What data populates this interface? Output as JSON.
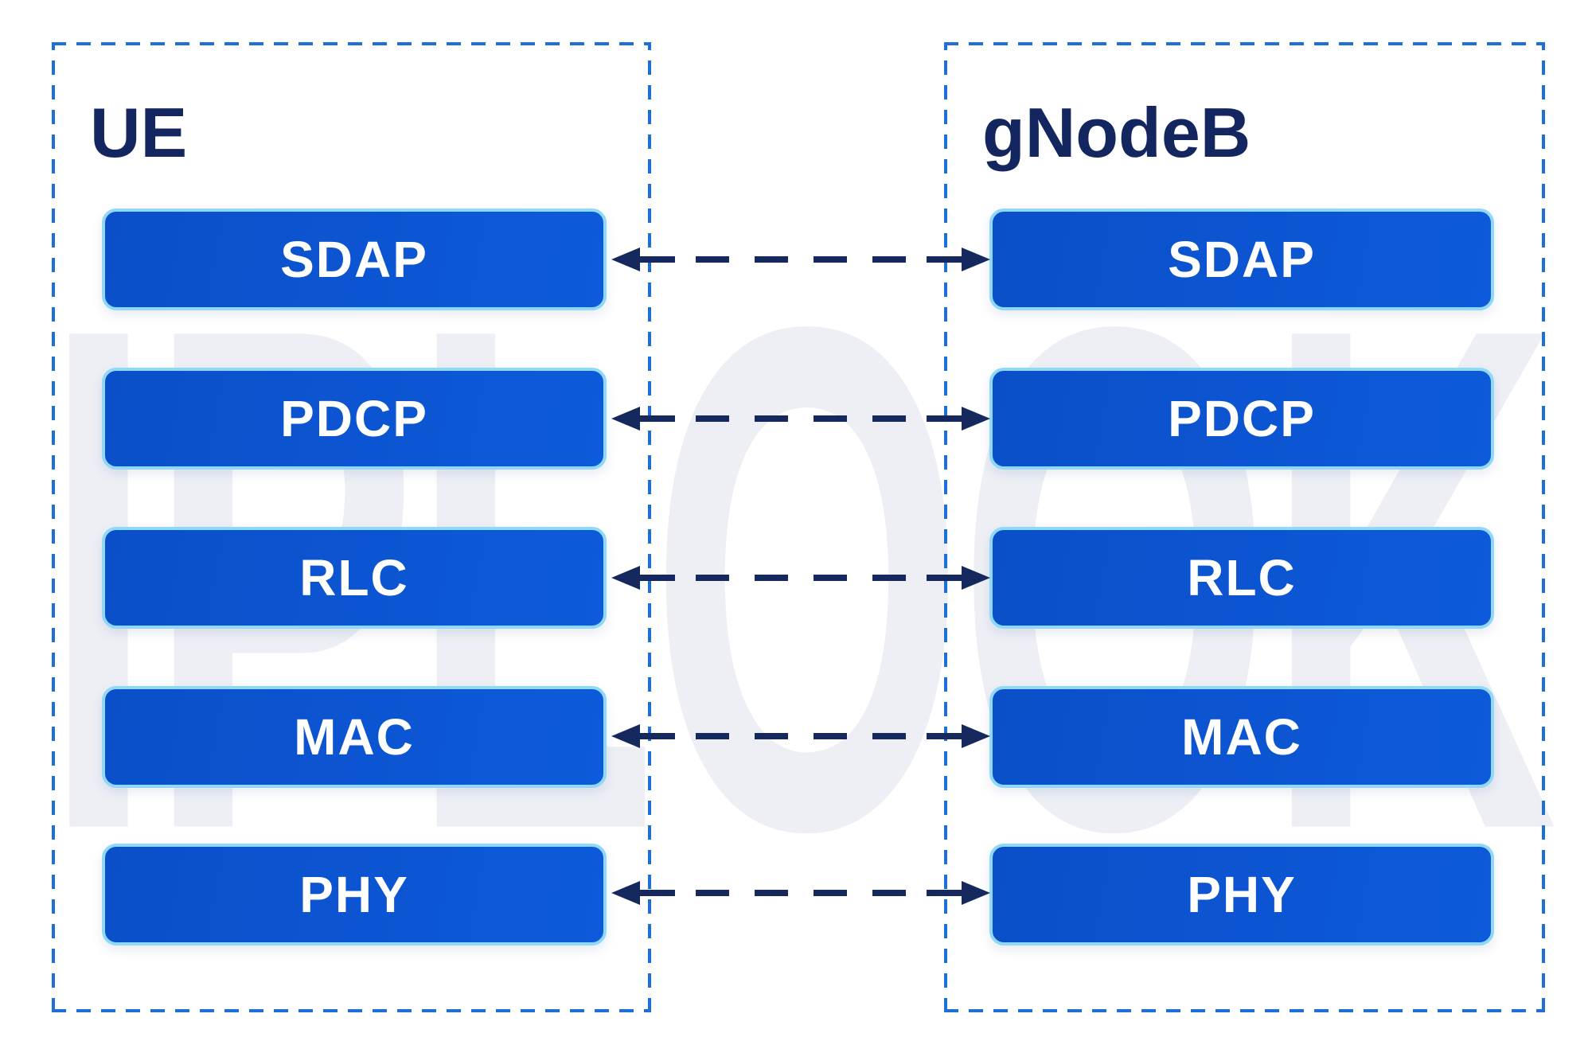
{
  "watermark": "IPLOOK",
  "panels": [
    {
      "id": "ue",
      "title": "UE",
      "layers": [
        "SDAP",
        "PDCP",
        "RLC",
        "MAC",
        "PHY"
      ]
    },
    {
      "id": "gnodeb",
      "title": "gNodeB",
      "layers": [
        "SDAP",
        "PDCP",
        "RLC",
        "MAC",
        "PHY"
      ]
    }
  ],
  "connections": [
    {
      "left": "SDAP",
      "right": "SDAP"
    },
    {
      "left": "PDCP",
      "right": "PDCP"
    },
    {
      "left": "RLC",
      "right": "RLC"
    },
    {
      "left": "MAC",
      "right": "MAC"
    },
    {
      "left": "PHY",
      "right": "PHY"
    }
  ],
  "colors": {
    "panel_border": "#1e6fd6",
    "box_border": "#8fd9f7",
    "box_fill_start": "#0a4fc8",
    "box_fill_end": "#0d5bda",
    "box_text": "#ffffff",
    "title_text": "#13265f",
    "arrow": "#16295e",
    "watermark": "#edeff5",
    "background": "#ffffff"
  }
}
